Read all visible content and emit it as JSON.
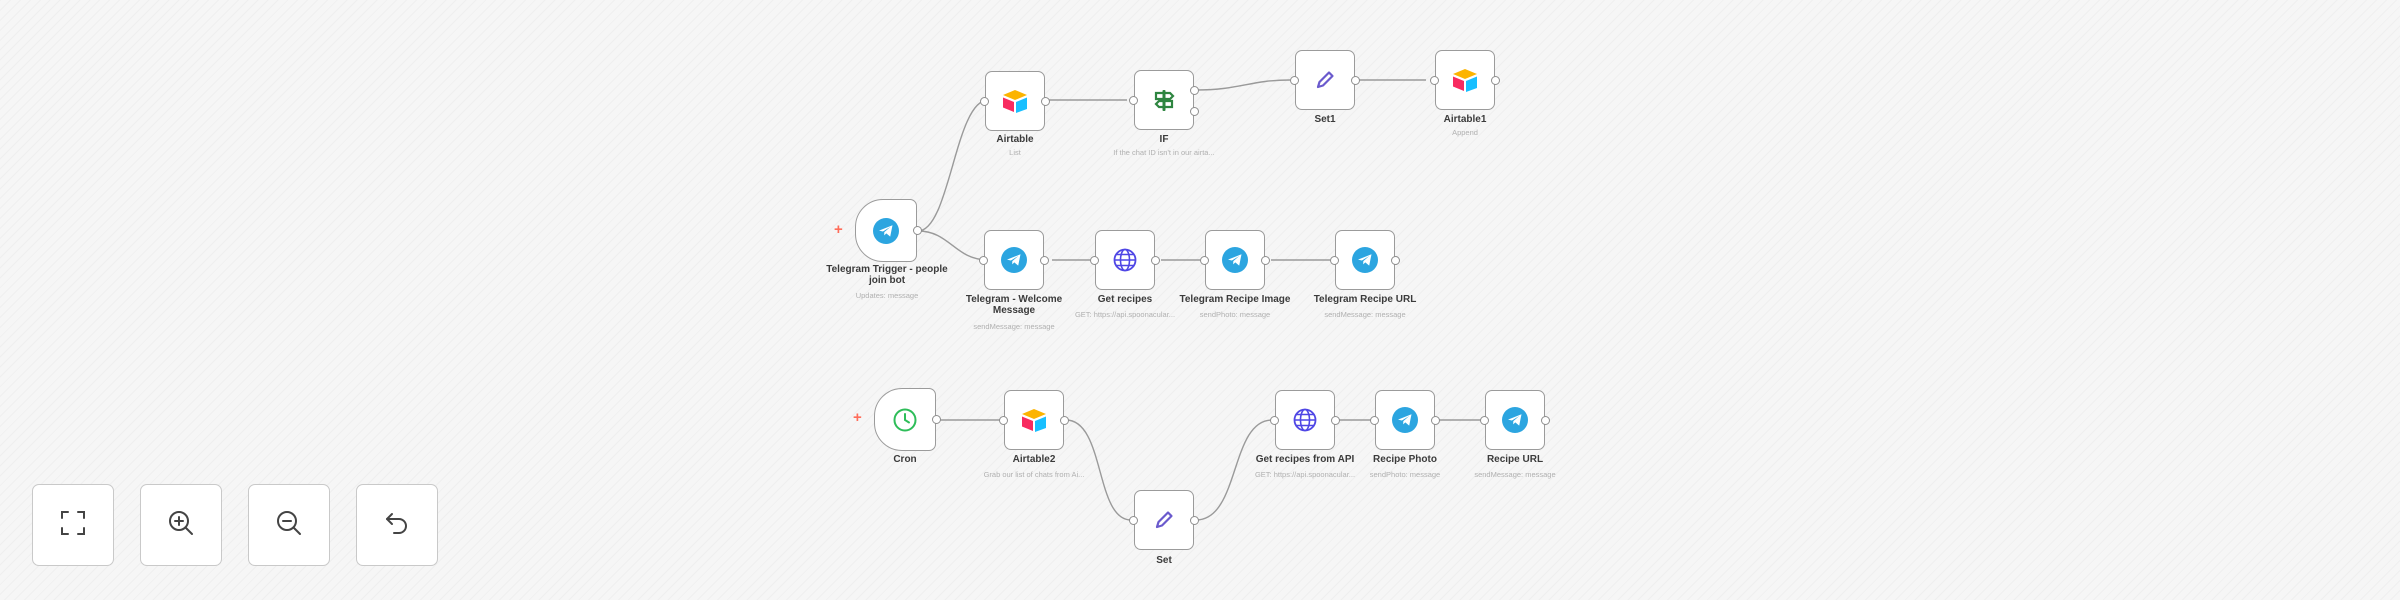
{
  "workflow": {
    "nodes": {
      "telegram_trigger": {
        "title": "Telegram Trigger - people join bot",
        "subtitle": "Updates: message",
        "icon": "telegram-icon"
      },
      "airtable": {
        "title": "Airtable",
        "subtitle": "List",
        "icon": "airtable-icon"
      },
      "if": {
        "title": "IF",
        "subtitle": "If the chat ID isn't in our airta...",
        "icon": "signpost-icon"
      },
      "set1": {
        "title": "Set1",
        "subtitle": "",
        "icon": "pen-icon"
      },
      "airtable1": {
        "title": "Airtable1",
        "subtitle": "Append",
        "icon": "airtable-icon"
      },
      "telegram_welcome": {
        "title": "Telegram - Welcome Message",
        "subtitle": "sendMessage: message",
        "icon": "telegram-icon"
      },
      "get_recipes": {
        "title": "Get recipes",
        "subtitle": "GET: https://api.spoonacular...",
        "icon": "globe-icon"
      },
      "telegram_recipe_image": {
        "title": "Telegram Recipe Image",
        "subtitle": "sendPhoto: message",
        "icon": "telegram-icon"
      },
      "telegram_recipe_url": {
        "title": "Telegram Recipe URL",
        "subtitle": "sendMessage: message",
        "icon": "telegram-icon"
      },
      "cron": {
        "title": "Cron",
        "subtitle": "",
        "icon": "clock-icon"
      },
      "airtable2": {
        "title": "Airtable2",
        "subtitle": "Grab our list of chats from Ai...",
        "icon": "airtable-icon"
      },
      "set": {
        "title": "Set",
        "subtitle": "",
        "icon": "pen-icon"
      },
      "get_recipes_api": {
        "title": "Get recipes from API",
        "subtitle": "GET: https://api.spoonacular...",
        "icon": "globe-icon"
      },
      "recipe_photo": {
        "title": "Recipe Photo",
        "subtitle": "sendPhoto: message",
        "icon": "telegram-icon"
      },
      "recipe_url": {
        "title": "Recipe URL",
        "subtitle": "sendMessage: message",
        "icon": "telegram-icon"
      }
    }
  },
  "controls": {
    "fit_view": {
      "icon": "fullscreen-icon"
    },
    "zoom_in": {
      "icon": "zoom-in-icon"
    },
    "zoom_out": {
      "icon": "zoom-out-icon"
    },
    "reset": {
      "icon": "undo-icon"
    }
  },
  "colors": {
    "telegram": "#2ca5e0",
    "airtable_yellow": "#fcb400",
    "airtable_blue": "#18bfff",
    "airtable_red": "#f82b60",
    "if_green": "#2e8540",
    "set_purple": "#6a5acd",
    "globe_purple": "#4f46e5",
    "cron_green": "#2ebd59",
    "add_trigger": "#ff6d5a"
  }
}
